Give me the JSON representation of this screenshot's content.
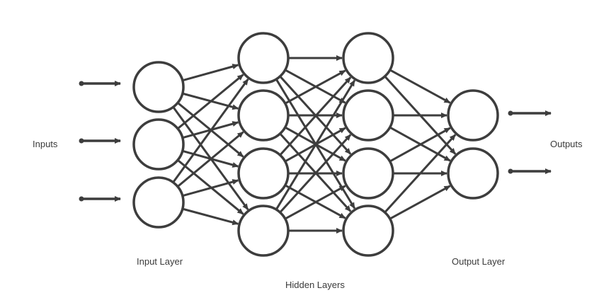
{
  "labels": {
    "inputs": "Inputs",
    "outputs": "Outputs",
    "input_layer": "Input Layer",
    "hidden_layers": "Hidden Layers",
    "output_layer": "Output Layer"
  },
  "network": {
    "input_layer_nodes": 3,
    "hidden_layer_nodes": [
      4,
      4
    ],
    "output_layer_nodes": 2,
    "input_arrows": 3,
    "output_arrows": 2,
    "fully_connected": true
  },
  "colors": {
    "stroke": "#3d3d3d",
    "node_fill": "#ffffff",
    "text": "#3a3a3a"
  }
}
